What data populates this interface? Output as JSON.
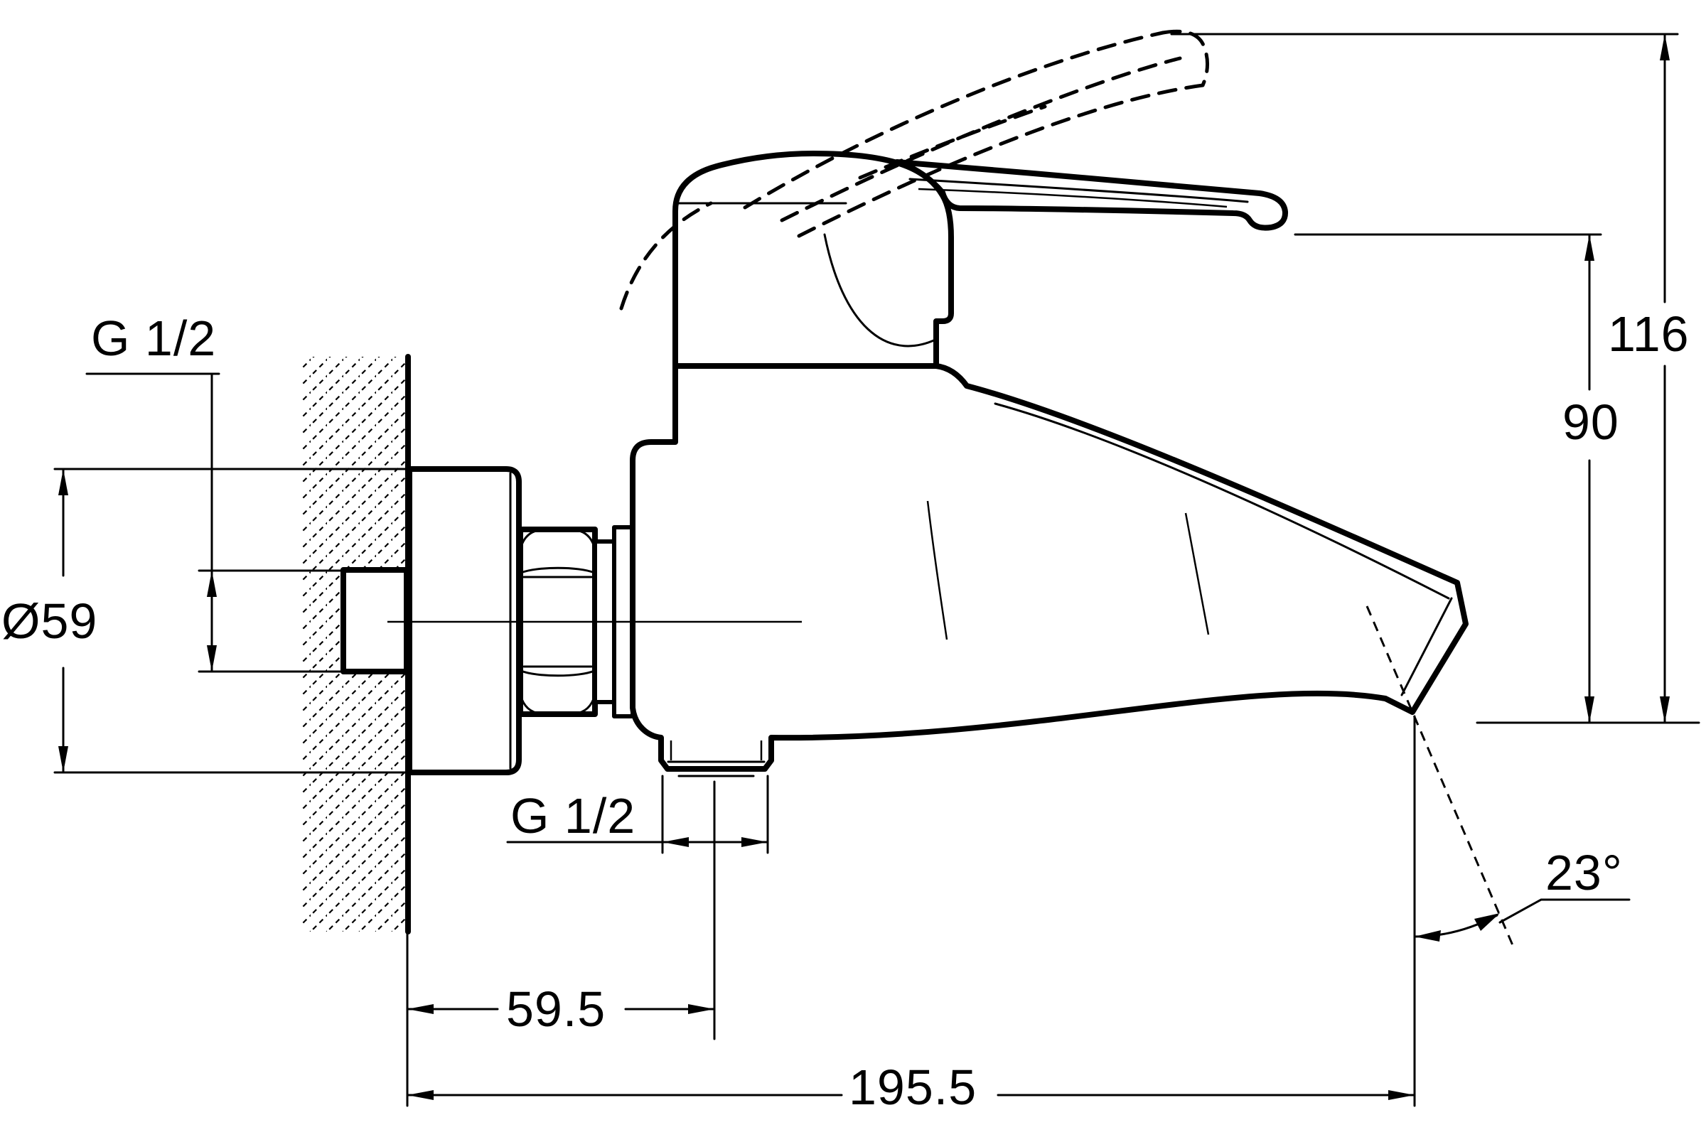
{
  "drawing": {
    "type": "technical-dimension-drawing",
    "subject": "wall-mounted single-lever bath/shower mixer faucet, side elevation",
    "background_color": "#ffffff",
    "line_color": "#000000",
    "units": "mm",
    "labels": {
      "inlet_thread": "G 1/2",
      "outlet_thread": "G 1/2",
      "escutcheon_diameter": "Ø59",
      "height_handle_raised": "116",
      "height_handle_lowered": "90",
      "spout_outlet_angle": "23°",
      "wall_to_shower_outlet": "59.5",
      "wall_to_spout_end": "195.5"
    }
  }
}
